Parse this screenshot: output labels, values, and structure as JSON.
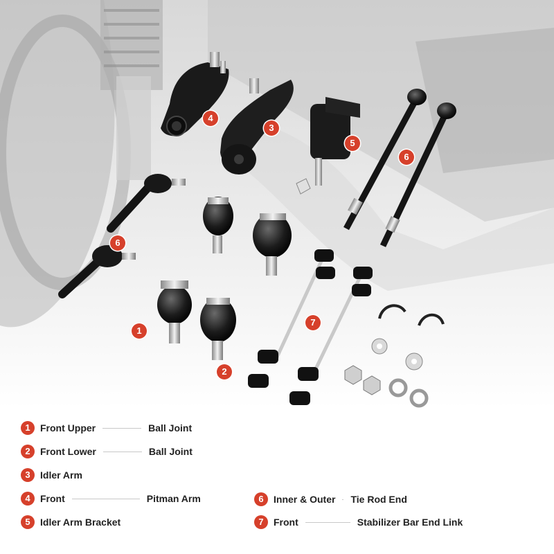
{
  "badges": {
    "b1": "1",
    "b2": "2",
    "b3": "3",
    "b4": "4",
    "b5": "5",
    "b6a": "6",
    "b6b": "6",
    "b7": "7"
  },
  "legend": {
    "i1": {
      "num": "1",
      "position": "Front Upper",
      "part": "Ball Joint"
    },
    "i2": {
      "num": "2",
      "position": "Front Lower",
      "part": "Ball Joint"
    },
    "i3": {
      "num": "3",
      "position": "Idler Arm",
      "part": ""
    },
    "i4": {
      "num": "4",
      "position": "Front",
      "part": "Pitman Arm"
    },
    "i5": {
      "num": "5",
      "position": "Idler Arm Bracket",
      "part": ""
    },
    "i6": {
      "num": "6",
      "position": "Inner & Outer",
      "part": "Tie Rod End"
    },
    "i7": {
      "num": "7",
      "position": "Front",
      "part": "Stabilizer Bar End Link"
    }
  },
  "colors": {
    "badge": "#d6402b",
    "text": "#222222",
    "leader": "#c8c8c8"
  }
}
